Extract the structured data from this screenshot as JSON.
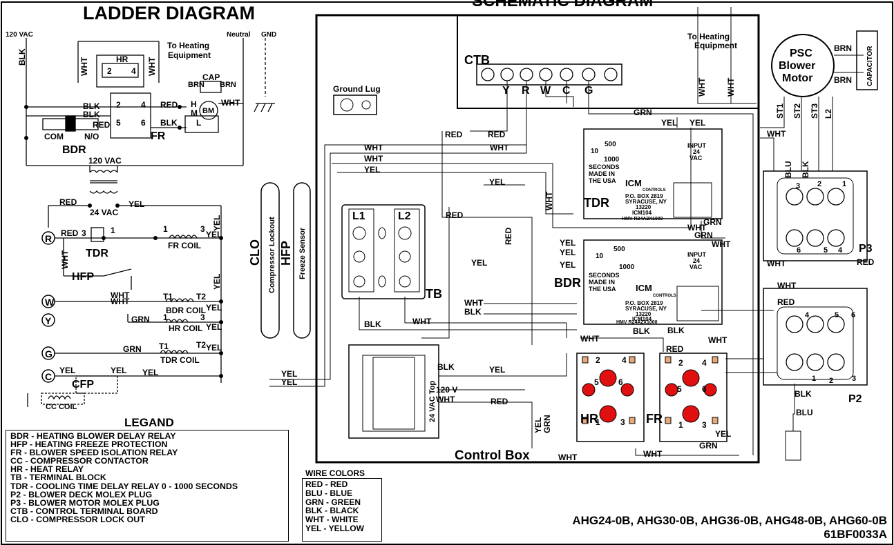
{
  "titles": {
    "ladder": "LADDER DIAGRAM",
    "schematic": "SCHEMATIC DIAGRAM"
  },
  "ladder": {
    "vac120": "120 VAC",
    "neutral": "Neutral",
    "gnd": "GND",
    "blk": "BLK",
    "wht": "WHT",
    "hr": "HR",
    "to_heating": "To Heating",
    "equipment": "Equipment",
    "cap": "CAP",
    "brn": "BRN",
    "bm": "BM",
    "h": "H",
    "m": "M",
    "l": "L",
    "red": "RED",
    "com": "COM",
    "no": "N/O",
    "bdr": "BDR",
    "fr": "FR",
    "vac120_mid": "120 VAC",
    "vac24": "24 VAC",
    "yel": "YEL",
    "r": "R",
    "w": "W",
    "y": "Y",
    "g": "G",
    "c": "C",
    "tdr": "TDR",
    "hfp": "HFP",
    "fr_coil": "FR COIL",
    "bdr_coil": "BDR COIL",
    "hr_coil": "HR COIL",
    "tdr_coil": "TDR COIL",
    "cfp": "CFP",
    "cc_coil": "CC COIL",
    "grn": "GRN",
    "t1": "T1",
    "t2": "T2",
    "n1": "1",
    "n2": "2",
    "n3": "3",
    "n4": "4",
    "n5": "5",
    "n6": "6"
  },
  "schematic": {
    "ctb": "CTB",
    "ctb_terms": [
      "Y",
      "R",
      "W",
      "C",
      "G"
    ],
    "ground_lug": "Ground Lug",
    "to_heating": "To Heating",
    "equipment": "Equipment",
    "psc": "PSC",
    "blower": "Blower",
    "motor": "Motor",
    "capacitor": "CAPACITOR",
    "brn": "BRN",
    "st1": "ST1",
    "st2": "ST2",
    "st3": "ST3",
    "l2": "L2",
    "clo": "CLO",
    "compressor_lockout": "Compressor Lockout",
    "hfp": "HFP",
    "freeze_sensor": "Freeze Sensor",
    "l1": "L1",
    "l2t": "L2",
    "tb": "TB",
    "tdr": "TDR",
    "bdr": "BDR",
    "hr": "HR",
    "fr": "FR",
    "p2": "P2",
    "p3": "P3",
    "control_box": "Control Box",
    "transformer": "24 VAC Top",
    "v120": "120 V",
    "seconds": "SECONDS",
    "made_in": "MADE IN",
    "the_usa": "THE USA",
    "icm": "ICM",
    "controls": "CONTROLS",
    "po_box": "P.O. BOX 2819",
    "syracuse": "SYRACUSE, NY",
    "zip": "13220",
    "icm104": "ICM104",
    "hmv": "HMV R24A2X1000",
    "input": "INPUT",
    "v24": "24",
    "vac": "VAC",
    "n10": "10",
    "n500": "500",
    "n1000": "1000",
    "wires": {
      "red": "RED",
      "wht": "WHT",
      "yel": "YEL",
      "grn": "GRN",
      "blk": "BLK",
      "blu": "BLU"
    }
  },
  "legend": {
    "title": "LEGAND",
    "items": [
      "BDR - HEATING BLOWER DELAY RELAY",
      "HFP - HEATING FREEZE PROTECTION",
      "FR - BLOWER SPEED ISOLATION RELAY",
      "CC - COMPRESSOR CONTACTOR",
      "HR - HEAT RELAY",
      "TB - TERMINAL BLOCK",
      "TDR - COOLING TIME DELAY RELAY 0 - 1000 SECONDS",
      "P2 - BLOWER DECK MOLEX PLUG",
      "P3 - BLOWER MOTOR MOLEX PLUG",
      "CTB - CONTROL TERMINAL BOARD",
      "CLO - COMPRESSOR LOCK OUT"
    ]
  },
  "wire_colors": {
    "title": "WIRE COLORS",
    "items": [
      "RED - RED",
      "BLU - BLUE",
      "GRN - GREEN",
      "BLK - BLACK",
      "WHT - WHITE",
      "YEL - YELLOW"
    ]
  },
  "footer": {
    "models": "AHG24-0B, AHG30-0B, AHG36-0B, AHG48-0B, AHG60-0B",
    "doc_number": "61BF0033A"
  },
  "colors": {
    "relay_contact": "#e01010",
    "terminal_tan": "#e8a87c"
  }
}
